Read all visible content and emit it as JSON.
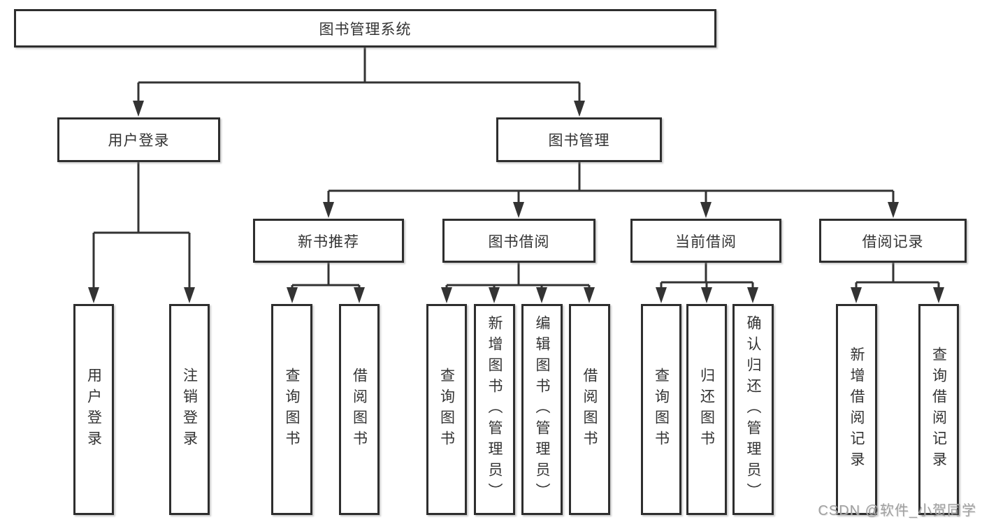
{
  "diagram": {
    "root": {
      "label": "图书管理系统",
      "children": [
        {
          "label": "用户登录",
          "children": [
            {
              "label": "用户登录"
            },
            {
              "label": "注销登录"
            }
          ]
        },
        {
          "label": "图书管理",
          "children": [
            {
              "label": "新书推荐",
              "children": [
                {
                  "label": "查询图书"
                },
                {
                  "label": "借阅图书"
                }
              ]
            },
            {
              "label": "图书借阅",
              "children": [
                {
                  "label": "查询图书"
                },
                {
                  "label": "新增图书（管理员）"
                },
                {
                  "label": "编辑图书（管理员）"
                },
                {
                  "label": "借阅图书"
                }
              ]
            },
            {
              "label": "当前借阅",
              "children": [
                {
                  "label": "查询图书"
                },
                {
                  "label": "归还图书"
                },
                {
                  "label": "确认归还（管理员）"
                }
              ]
            },
            {
              "label": "借阅记录",
              "children": [
                {
                  "label": "新增借阅记录"
                },
                {
                  "label": "查询借阅记录"
                }
              ]
            }
          ]
        }
      ]
    }
  },
  "watermark": "CSDN @软件_小贺同学",
  "colors": {
    "line": "#333333",
    "box_border": "#2e2e2e",
    "text": "#333333",
    "watermark": "#a0a0a0",
    "background": "#ffffff"
  }
}
